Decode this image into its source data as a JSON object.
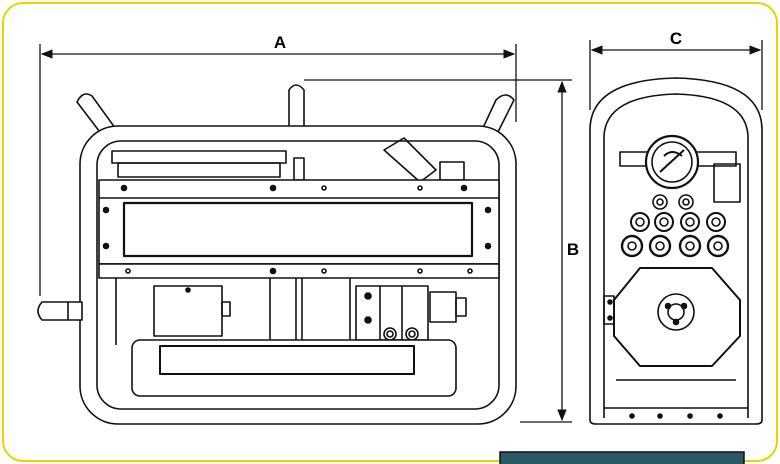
{
  "labels": {
    "width": "A",
    "height": "B",
    "depth": "C"
  },
  "colors": {
    "frame_border": "#e8d400",
    "line": "#111111",
    "panel_fill": "#ffffff",
    "badge_fill": "#2a5a68"
  }
}
